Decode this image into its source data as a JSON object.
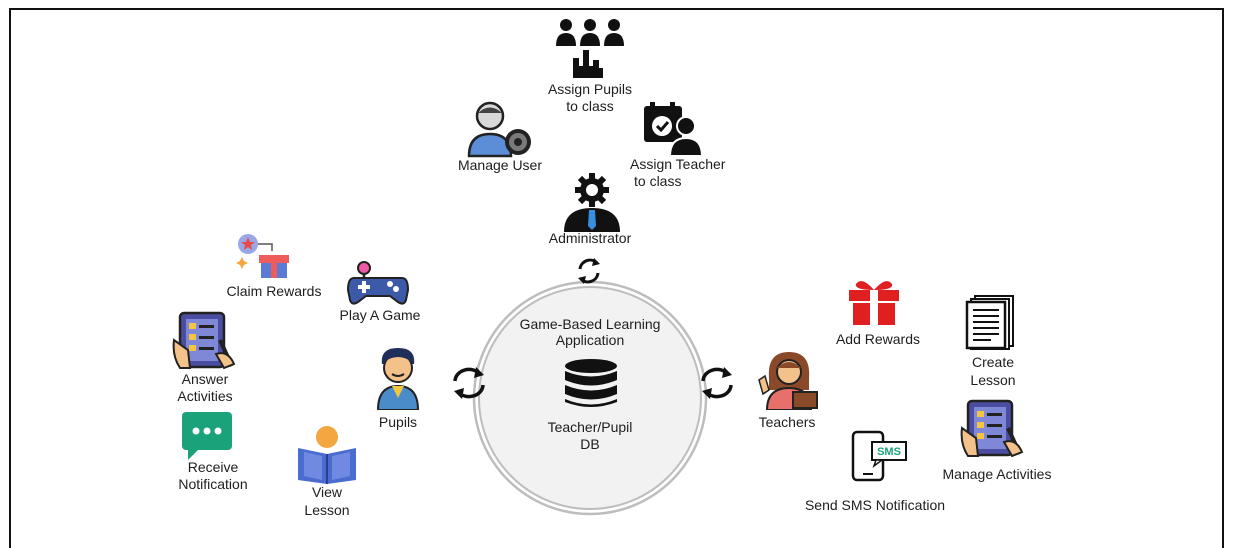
{
  "center": {
    "app_line1": "Game-Based Learning",
    "app_line2": "Application",
    "db_line1": "Teacher/Pupil",
    "db_line2": "DB"
  },
  "actors": {
    "administrator": "Administrator",
    "pupils": "Pupils",
    "teachers": "Teachers"
  },
  "admin_tasks": {
    "assign_pupils_1": "Assign Pupils",
    "assign_pupils_2": "to class",
    "manage_user": "Manage User",
    "assign_teacher_1": "Assign Teacher",
    "assign_teacher_2": "to class"
  },
  "pupil_tasks": {
    "claim_rewards": "Claim Rewards",
    "play_game": "Play A Game",
    "answer_1": "Answer",
    "answer_2": "Activities",
    "receive_1": "Receive",
    "receive_2": "Notification",
    "view_1": "View",
    "view_2": "Lesson"
  },
  "teacher_tasks": {
    "add_rewards": "Add Rewards",
    "create_1": "Create",
    "create_2": "Lesson",
    "manage_activities": "Manage Activities",
    "send_sms": "Send SMS Notification",
    "sms_badge": "SMS"
  },
  "colors": {
    "ring": "#bdbdbd",
    "center_fill": "#f2f2f2",
    "icon_dark": "#111111",
    "game_blue": "#3d5aa8",
    "notification_green": "#1aa37a",
    "gift_red": "#e02020",
    "tablet_purple": "#4b4ea0"
  }
}
